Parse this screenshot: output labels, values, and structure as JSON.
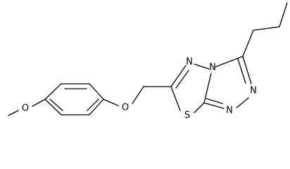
{
  "structure": {
    "colors": {
      "bond": "#000000",
      "background": "#ffffff",
      "label": "#000000"
    },
    "atoms": [
      {
        "id": "o_methoxy",
        "label": "O"
      },
      {
        "id": "o_ether",
        "label": "O"
      },
      {
        "id": "n_ring_top",
        "label": "N"
      },
      {
        "id": "n_bridge",
        "label": "N"
      },
      {
        "id": "n_right_upper",
        "label": "N"
      },
      {
        "id": "n_right_lower",
        "label": "N"
      },
      {
        "id": "s_thiadiazole",
        "label": "S"
      }
    ]
  }
}
